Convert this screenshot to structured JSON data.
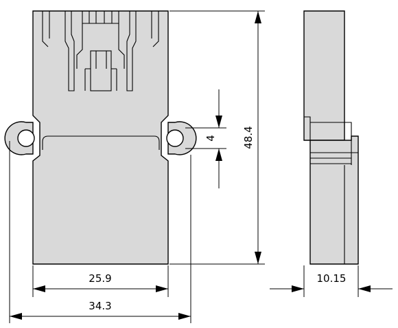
{
  "dimensions": {
    "inner_width": "25.9",
    "outer_width": "34.3",
    "height": "48.4",
    "hole_gap": "4",
    "side_depth": "10.15"
  }
}
